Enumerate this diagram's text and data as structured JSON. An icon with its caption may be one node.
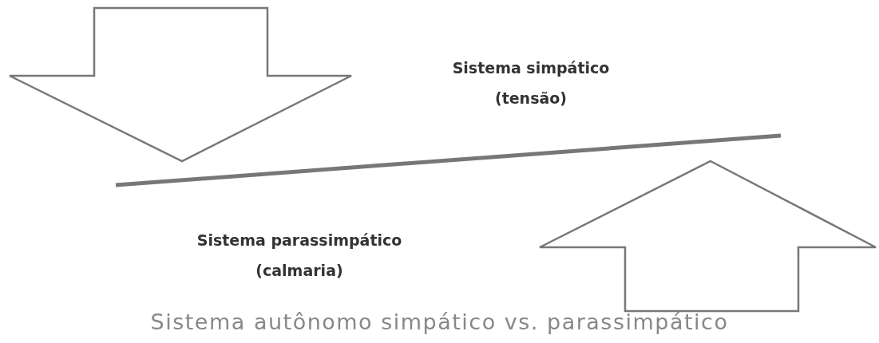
{
  "diagram": {
    "caption": "Sistema autônomo simpático vs. parassimpático",
    "labels": [
      "Sistema simpático (tensão)",
      "Sistema parassimpático (calmaria)"
    ]
  }
}
